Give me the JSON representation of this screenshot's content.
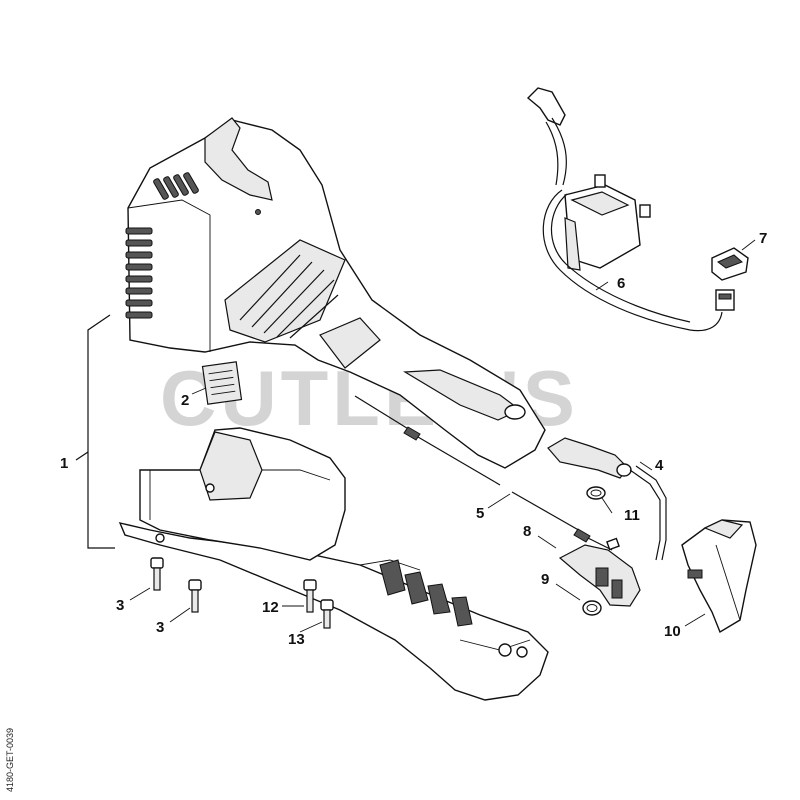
{
  "watermark": "CUTLER'S",
  "drawing_code": "4180-GET-0039",
  "callouts": {
    "c1": "1",
    "c2": "2",
    "c3a": "3",
    "c3b": "3",
    "c4": "4",
    "c5": "5",
    "c6": "6",
    "c7": "7",
    "c8": "8",
    "c9": "9",
    "c10": "10",
    "c11": "11",
    "c12": "12",
    "c13": "13"
  }
}
